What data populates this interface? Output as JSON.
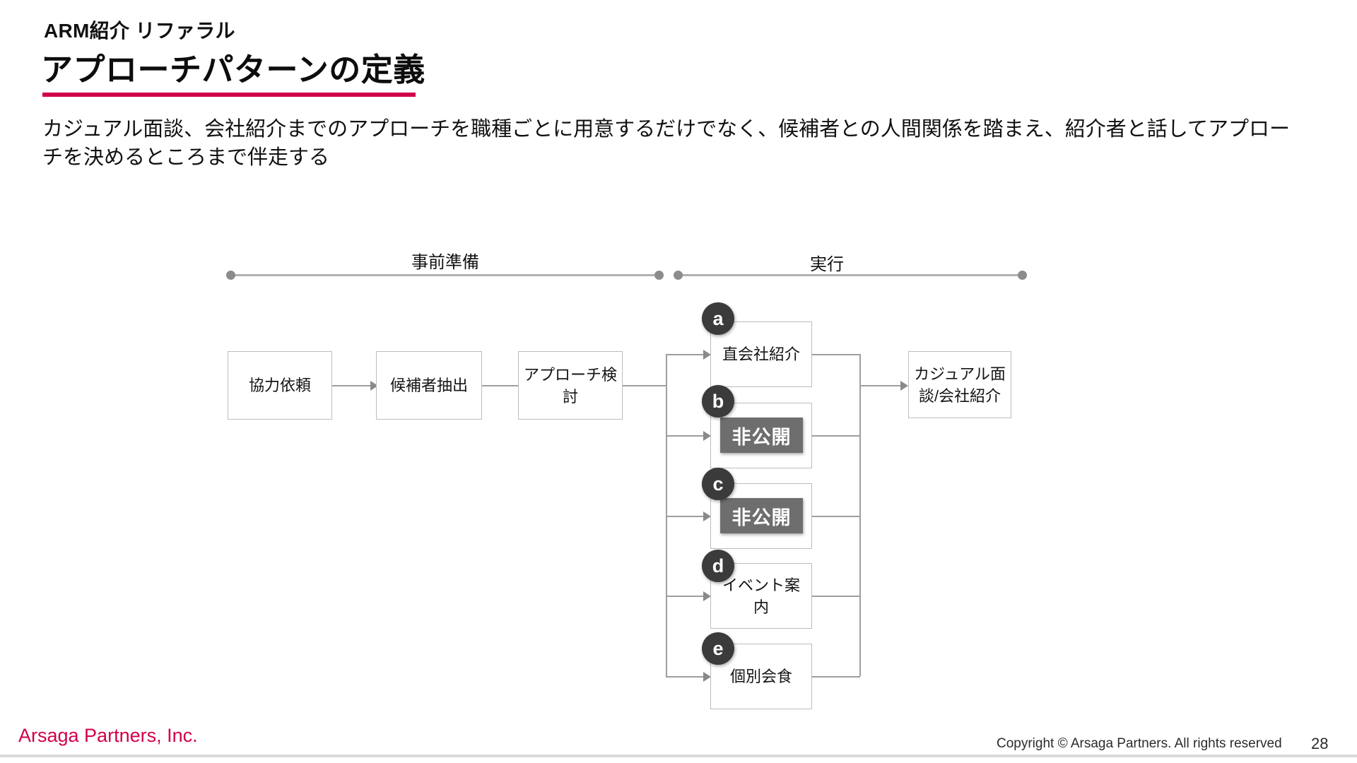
{
  "header": {
    "eyebrow": "ARM紹介 リファラル",
    "title": "アプローチパターンの定義",
    "subtitle": "カジュアル面談、会社紹介までのアプローチを職種ごとに用意するだけでなく、候補者との人間関係を踏まえ、紹介者と話してアプローチを決めるところまで伴走する",
    "accent_color": "#d1004b"
  },
  "diagram": {
    "phases": [
      {
        "label": "事前準備"
      },
      {
        "label": "実行"
      }
    ],
    "flow_nodes": [
      {
        "label": "協力依頼"
      },
      {
        "label": "候補者抽出"
      },
      {
        "label": "アプローチ検討"
      }
    ],
    "branches": [
      {
        "badge": "a",
        "label": "直会社紹介",
        "redacted": false
      },
      {
        "badge": "b",
        "label": "非公開",
        "redacted": true
      },
      {
        "badge": "c",
        "label": "非公開",
        "redacted": true
      },
      {
        "badge": "d",
        "label": "イベント案内",
        "redacted": false
      },
      {
        "badge": "e",
        "label": "個別会食",
        "redacted": false
      }
    ],
    "outcome": {
      "label": "カジュアル面談/会社紹介"
    },
    "colors": {
      "box_border": "#bdbdbd",
      "connector": "#9e9e9e",
      "badge_fill": "#3b3b3b",
      "redacted_fill": "#6e6e6e",
      "timeline": "#b0b0b0"
    }
  },
  "footer": {
    "brand": "Arsaga Partners, Inc.",
    "copyright": "Copyright © Arsaga Partners. All rights reserved",
    "page_number": "28"
  }
}
